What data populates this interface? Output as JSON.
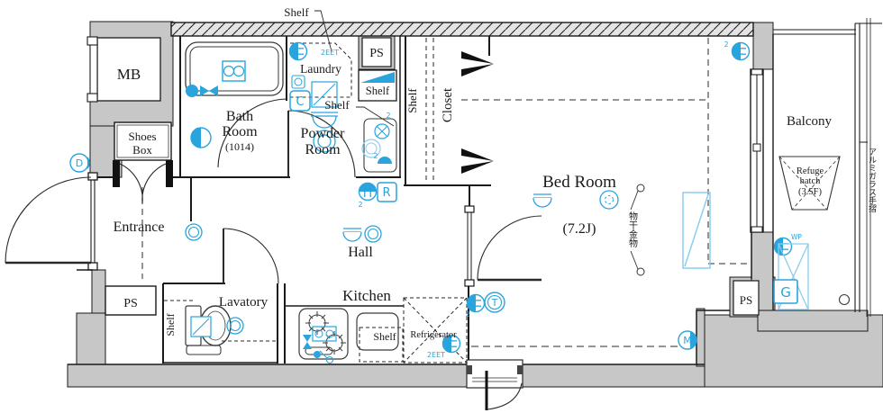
{
  "colors": {
    "accent": "#29a4dd",
    "accent_light": "#8ccdef",
    "wall_gray": "#c7c7c7",
    "hatch_bg": "#e4e4e4",
    "line": "#1a1a1a"
  },
  "rooms": {
    "mb": "MB",
    "shoes_box_1": "Shoes",
    "shoes_box_2": "Box",
    "entrance": "Entrance",
    "bath_1": "Bath",
    "bath_2": "Room",
    "bath_size": "(1014)",
    "powder_1": "Powder",
    "powder_2": "Room",
    "laundry": "Laundry",
    "closet": "Closet",
    "bedroom": "Bed Room",
    "bedroom_size": "(7.2J)",
    "hall": "Hall",
    "kitchen": "Kitchen",
    "lavatory": "Lavatory",
    "refrigerator": "Refrigerator",
    "balcony": "Balcony",
    "refuge_1": "Refuge",
    "refuge_2": "hatch",
    "refuge_3": "(3.5F)"
  },
  "labels": {
    "ps": "PS",
    "shelf": "Shelf",
    "outlet_2eet": "2EET",
    "wp": "WP",
    "sub2": "2",
    "laundry_pole": "物干金物",
    "handrail": "アルミガラス手摺"
  },
  "markers": {
    "d": "D",
    "c": "C",
    "r": "R",
    "t": "T",
    "m": "M",
    "g": "G"
  }
}
